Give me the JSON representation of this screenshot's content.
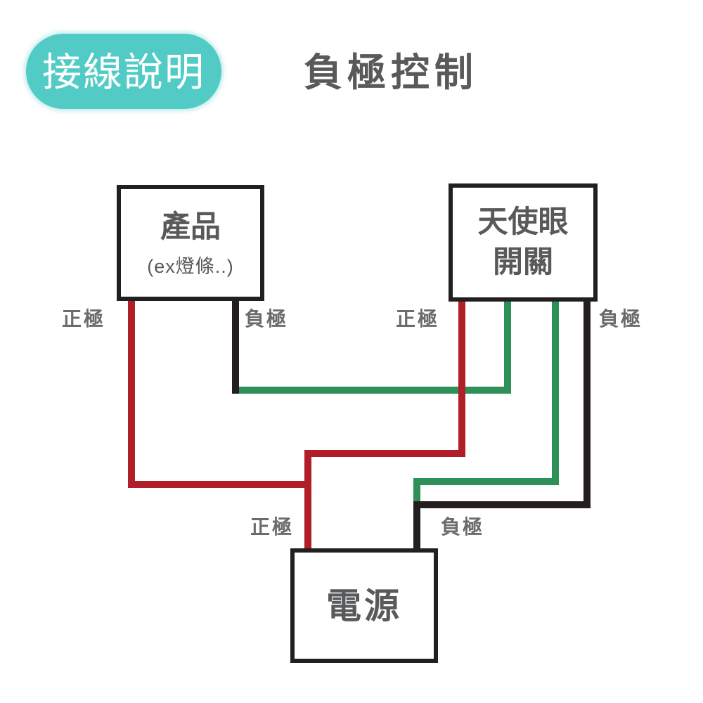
{
  "badge": {
    "label": "接線說明"
  },
  "title": {
    "text": "負極控制"
  },
  "boxes": {
    "product": {
      "title": "產品",
      "subtitle": "(ex燈條..)"
    },
    "angel_switch": {
      "title_line1": "天使眼",
      "title_line2": "開關"
    },
    "power": {
      "title": "電源"
    }
  },
  "wire_labels": [
    {
      "id": "product-positive",
      "text": "正極"
    },
    {
      "id": "product-negative",
      "text": "負極"
    },
    {
      "id": "switch-positive",
      "text": "正極"
    },
    {
      "id": "switch-negative",
      "text": "負極"
    },
    {
      "id": "power-positive",
      "text": "正極"
    },
    {
      "id": "power-negative",
      "text": "負極"
    }
  ],
  "colors": {
    "background": "#FFFFFF",
    "badge_bg": "#52CBC6",
    "badge_text": "#FFFFFF",
    "heading_text": "#59595B",
    "box_border": "#231F20",
    "box_text": "#58595B",
    "label_text": "#6A6B6D",
    "wire_positive_red": "#B01E28",
    "wire_negative_black": "#231F20",
    "wire_green": "#2E9058"
  }
}
